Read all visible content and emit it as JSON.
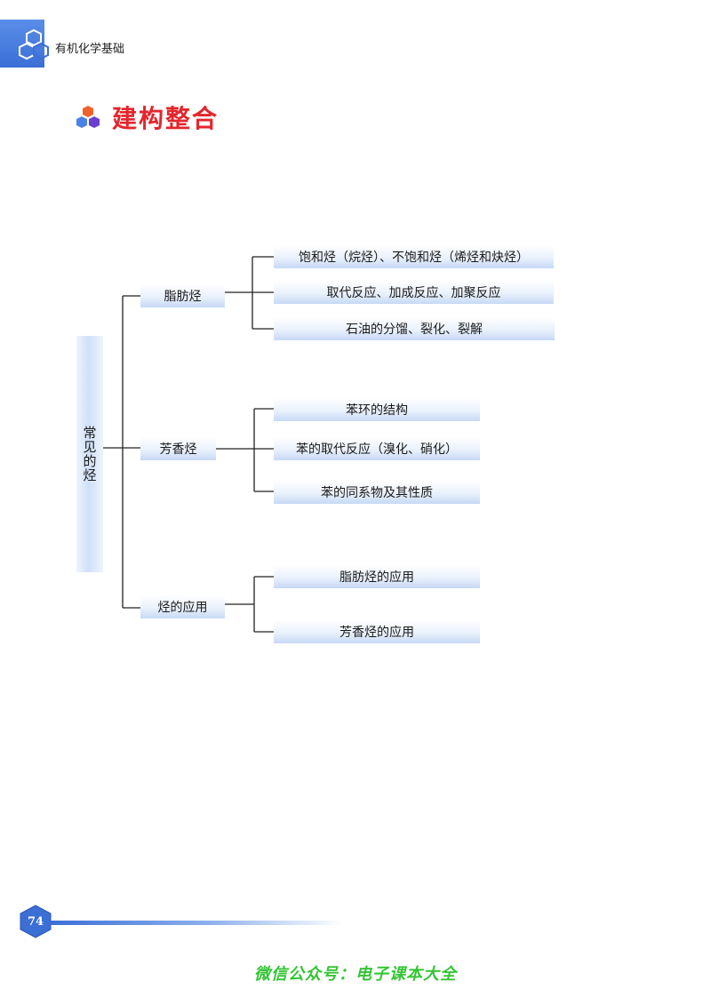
{
  "header": {
    "subject": "有机化学基础"
  },
  "section": {
    "title": "建构整合"
  },
  "tree": {
    "root": "常见的烃",
    "branches": [
      {
        "label": "脂肪烃",
        "children": [
          "饱和烃（烷烃）、不饱和烃（烯烃和炔烃）",
          "取代反应、加成反应、加聚反应",
          "石油的分馏、裂化、裂解"
        ]
      },
      {
        "label": "芳香烃",
        "children": [
          "苯环的结构",
          "苯的取代反应（溴化、硝化）",
          "苯的同系物及其性质"
        ]
      },
      {
        "label": "烃的应用",
        "children": [
          "脂肪烃的应用",
          "芳香烃的应用"
        ]
      }
    ]
  },
  "footer": {
    "page_number": "74",
    "watermark": "微信公众号：电子课本大全"
  },
  "colors": {
    "accent_red": "#e3262c",
    "brand_blue": "#3b6fd6",
    "watermark_green": "#35c435"
  }
}
